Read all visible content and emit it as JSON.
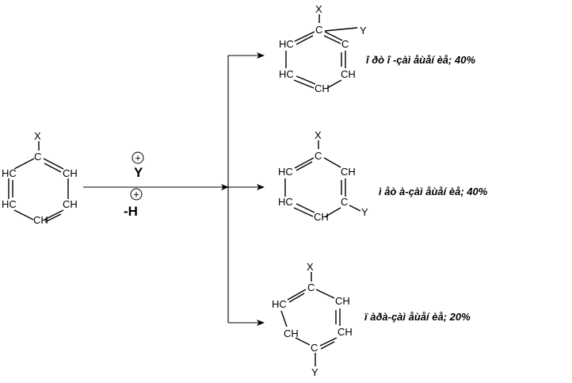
{
  "reactant": {
    "substituent": "X",
    "atoms": [
      "HC",
      "CH",
      "HC",
      "CH",
      "CH"
    ],
    "ipso": "C"
  },
  "reagents": {
    "electrophile": "Y",
    "charge_symbol": "+",
    "leaving": "-H"
  },
  "products": [
    {
      "substituent_x": "X",
      "substituent_y": "Y",
      "atoms": [
        "C",
        "C",
        "HC",
        "HC",
        "CH",
        "CH"
      ],
      "label": "î ðò î -çàì åùåí èå; 40%"
    },
    {
      "substituent_x": "X",
      "substituent_y": "Y",
      "atoms": [
        "C",
        "HC",
        "CH",
        "HC",
        "C",
        "CH"
      ],
      "label": "ì åò à-çàì åùåí èå; 40%"
    },
    {
      "substituent_x": "X",
      "substituent_y": "Y",
      "atoms": [
        "C",
        "HC",
        "CH",
        "CH",
        "CH",
        "C"
      ],
      "label": "ï àðà-çàì åùåí èå; 20%"
    }
  ]
}
